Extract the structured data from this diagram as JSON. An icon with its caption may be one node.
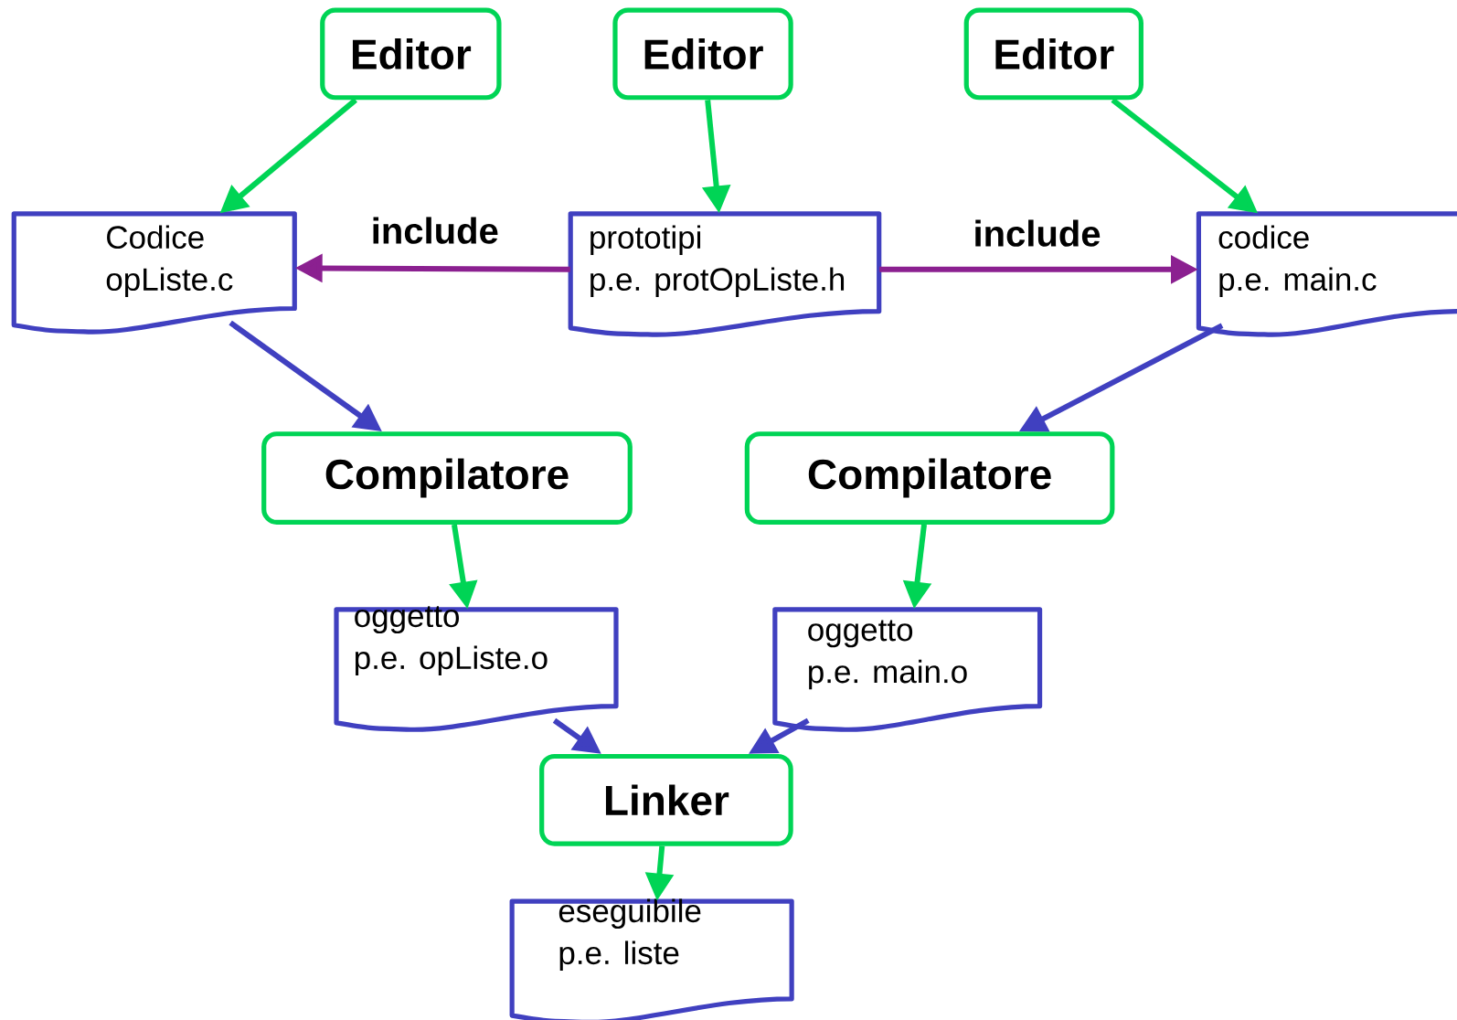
{
  "diagram": {
    "nodes": [
      {
        "text": [
          "Editor"
        ]
      },
      {
        "text": [
          "Editor"
        ]
      },
      {
        "text": [
          "Editor"
        ]
      },
      {
        "text": [
          "Codice",
          "opListe.c"
        ]
      },
      {
        "text": [
          "prototipi",
          "p.e. protOpListe.h"
        ]
      },
      {
        "text": [
          "codice",
          "p.e. main.c"
        ]
      },
      {
        "text": [
          "Compilatore"
        ]
      },
      {
        "text": [
          "Compilatore"
        ]
      },
      {
        "text": [
          "oggetto",
          "p.e. opListe.o"
        ]
      },
      {
        "text": [
          "oggetto",
          "p.e. main.o"
        ]
      },
      {
        "text": [
          "Linker"
        ]
      },
      {
        "text": [
          "eseguibile",
          "p.e. liste"
        ]
      }
    ],
    "edges": [
      {
        "from": 0,
        "to": 3,
        "arrow": "to"
      },
      {
        "from": 1,
        "to": 4,
        "arrow": "to"
      },
      {
        "from": 2,
        "to": 5,
        "arrow": "to"
      },
      {
        "from": 4,
        "to": 3,
        "arrow": "to",
        "label": "include",
        "color": "#8b2090"
      },
      {
        "from": 4,
        "to": 5,
        "arrow": "to",
        "label": "include",
        "color": "#8b2090"
      },
      {
        "from": 3,
        "to": 6,
        "arrow": "to",
        "color": "#4040c0"
      },
      {
        "from": 5,
        "to": 7,
        "arrow": "to",
        "color": "#4040c0"
      },
      {
        "from": 6,
        "to": 8,
        "arrow": "to"
      },
      {
        "from": 7,
        "to": 9,
        "arrow": "to"
      },
      {
        "from": 8,
        "to": 10,
        "arrow": "to",
        "color": "#4040c0"
      },
      {
        "from": 9,
        "to": 10,
        "arrow": "to",
        "color": "#4040c0"
      },
      {
        "from": 10,
        "to": 11,
        "arrow": "to"
      }
    ]
  }
}
